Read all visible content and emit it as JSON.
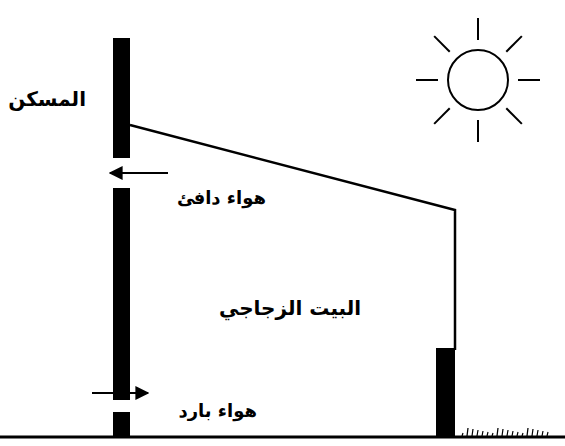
{
  "diagram": {
    "nodes": [
      {
        "text": [
          "البيت الزجاجي"
        ]
      }
    ],
    "labels": [
      "المسكن",
      "هواء دافئ",
      "هواء بارد"
    ]
  }
}
